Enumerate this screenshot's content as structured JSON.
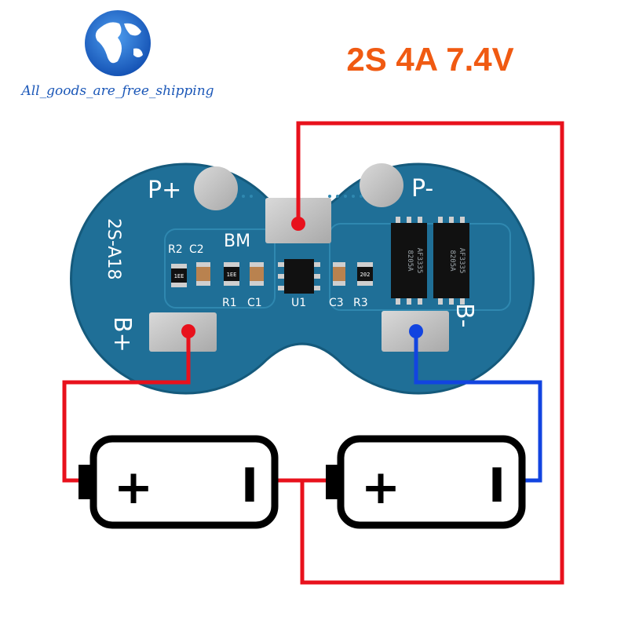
{
  "logo": {
    "caption": "All_goods_are_free_shipping",
    "icon": "globe-icon"
  },
  "title": "2S 4A 7.4V",
  "board": {
    "model": "2S-A18",
    "labels": {
      "p_plus": "P+",
      "p_minus": "P-",
      "b_plus": "B+",
      "b_minus": "B-",
      "bm": "BM",
      "r2": "R2",
      "c2": "C2",
      "r1": "R1",
      "c1": "C1",
      "u1": "U1",
      "c3": "C3",
      "r3": "R3"
    },
    "resistor_codes": [
      "1EE",
      "1EE",
      "202"
    ],
    "mosfet_markings": [
      [
        "8205A",
        "AF3335"
      ],
      [
        "8205A",
        "AF3335"
      ]
    ]
  },
  "batteries": [
    {
      "positive": "+",
      "negative": "I"
    },
    {
      "positive": "+",
      "negative": "I"
    }
  ],
  "colors": {
    "pcb": "#1f6f97",
    "wire_red": "#e8111c",
    "wire_blue": "#1244e0",
    "title": "#f05a12",
    "logo": "#1c58b8"
  }
}
